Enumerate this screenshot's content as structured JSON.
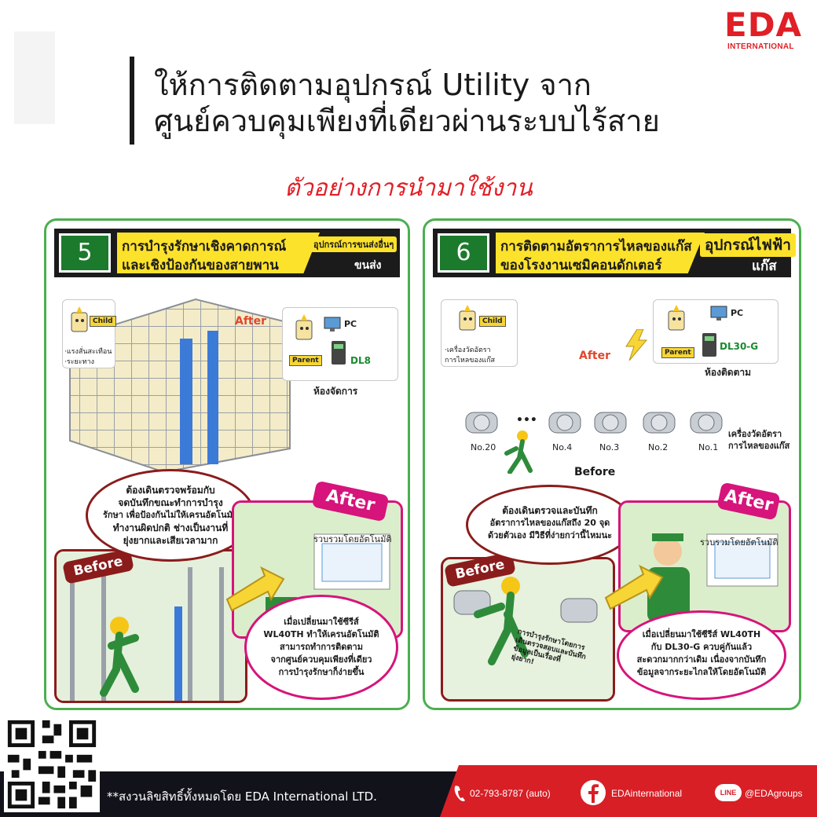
{
  "brand": {
    "logo_main": "EDA",
    "logo_sub": "INTERNATIONAL",
    "accent": "#e01f26"
  },
  "header": {
    "title_line1": "ให้การติดตามอุปกรณ์ Utility จาก",
    "title_line2": "ศูนย์ควบคุมเพียงที่เดียวผ่านระบบไร้สาย",
    "subtitle": "ตัวอย่างการนำมาใช้งาน"
  },
  "panel5": {
    "number": "5",
    "title_line1": "การบำรุงรักษาเชิงคาดการณ์",
    "title_line2": "และเชิงป้องกันของสายพาน",
    "category_line1": "อุปกรณ์การขนส่งอื่นๆ",
    "category_line2": "ขนส่ง",
    "child_tag": "Child",
    "sensor_line1": "·แรงสั่นสะเทือน",
    "sensor_line2": "·ระยะทาง",
    "after_label": "After",
    "pc_label": "PC",
    "parent_tag": "Parent",
    "device_label": "DL8",
    "room_label": "ห้องจัดการ",
    "bubble_lines": [
      "ต้องเดินตรวจพร้อมกับ",
      "จดบันทึกขณะทำการบำรุง",
      "รักษา เพื่อป้องกันไม่ให้เครนอัตโนมัติ",
      "ทำงานผิดปกติ ช่างเป็นงานที่",
      "ยุ่งยากและเสียเวลามาก"
    ],
    "after_ribbon": "After",
    "before_ribbon": "Before",
    "auto_label": "รวบรวมโดยอัตโนมัติ",
    "result_lines": [
      "เมื่อเปลี่ยนมาใช้ซีรีส์",
      "WL40TH ทำให้เครนอัตโนมัติ",
      "สามารถทำการติดตาม",
      "จากศูนย์ควบคุมเพียงที่เดียว",
      "การบำรุงรักษาก็ง่ายขึ้น"
    ]
  },
  "panel6": {
    "number": "6",
    "title_line1": "การติดตามอัตราการไหลของแก๊ส",
    "title_line2": "ของโรงงานเซมิคอนดักเตอร์",
    "category_line1": "อุปกรณ์ไฟฟ้า",
    "category_line2": "แก๊ส",
    "child_tag": "Child",
    "sensor_line1": "·เครื่องวัดอัตรา",
    "sensor_line2": "การไหลของแก๊ส",
    "pc_label": "PC",
    "parent_tag": "Parent",
    "device_label": "DL30-G",
    "room_label": "ห้องติดตาม",
    "after_label": "After",
    "before_label": "Before",
    "dots": "•••",
    "meters": [
      "No.20",
      "No.4",
      "No.3",
      "No.2",
      "No.1"
    ],
    "meter_caption_line1": "เครื่องวัดอัตรา",
    "meter_caption_line2": "การไหลของแก๊ส",
    "bubble_lines": [
      "ต้องเดินตรวจและบันทึก",
      "อัตราการไหลของแก๊สถึง 20 จุด",
      "ด้วยตัวเอง มีวิธีที่ง่ายกว่านี้ไหมนะ"
    ],
    "after_ribbon": "After",
    "before_ribbon": "Before",
    "auto_label": "รวบรวมโดยอัตโนมัติ",
    "worker_note_lines": [
      "การบำรุงรักษาโดยการ",
      "เดินตรวจสอบและบันทึก",
      "ข้อมูลเป็นเรื่องที่",
      "ยุ่งยาก!"
    ],
    "result_lines": [
      "เมื่อเปลี่ยนมาใช้ซีรีส์ WL40TH",
      "กับ DL30-G ควบคู่กันแล้ว",
      "สะดวกมากกว่าเดิม เนื่องจากบันทึก",
      "ข้อมูลจากระยะไกลให้โดยอัตโนมัติ"
    ]
  },
  "footer": {
    "copyright": "**สงวนลิขสิทธิ์ทั้งหมดโดย EDA International LTD.",
    "phone": "02-793-8787 (auto)",
    "facebook": "EDAinternational",
    "line_badge": "LINE",
    "line_id": "@EDAgroups"
  }
}
